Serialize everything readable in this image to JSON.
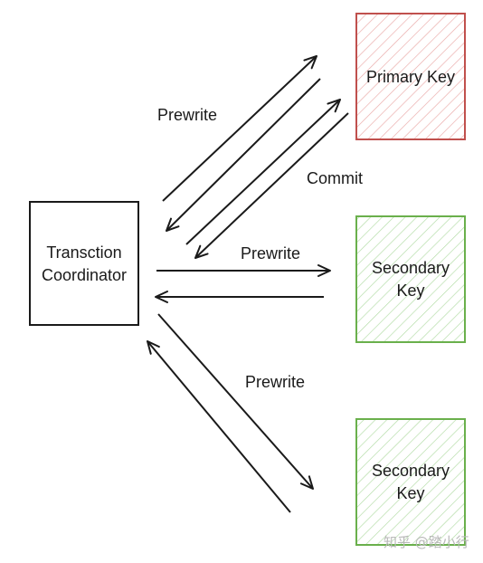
{
  "diagram": {
    "nodes": {
      "coordinator": {
        "line1": "Transction",
        "line2": "Coordinator"
      },
      "primary": {
        "line1": "Primary Key",
        "color": "#c0504d",
        "hatch": "#e8a4a2"
      },
      "secondary_1": {
        "line1": "Secondary",
        "line2": "Key",
        "color": "#6ab04c",
        "hatch": "#a8d59a"
      },
      "secondary_2": {
        "line1": "Secondary",
        "line2": "Key",
        "color": "#6ab04c",
        "hatch": "#a8d59a"
      }
    },
    "edge_labels": {
      "prewrite_primary": "Prewrite",
      "commit": "Commit",
      "prewrite_secondary_1": "Prewrite",
      "prewrite_secondary_2": "Prewrite"
    },
    "watermark": "知乎 @踏小行"
  }
}
